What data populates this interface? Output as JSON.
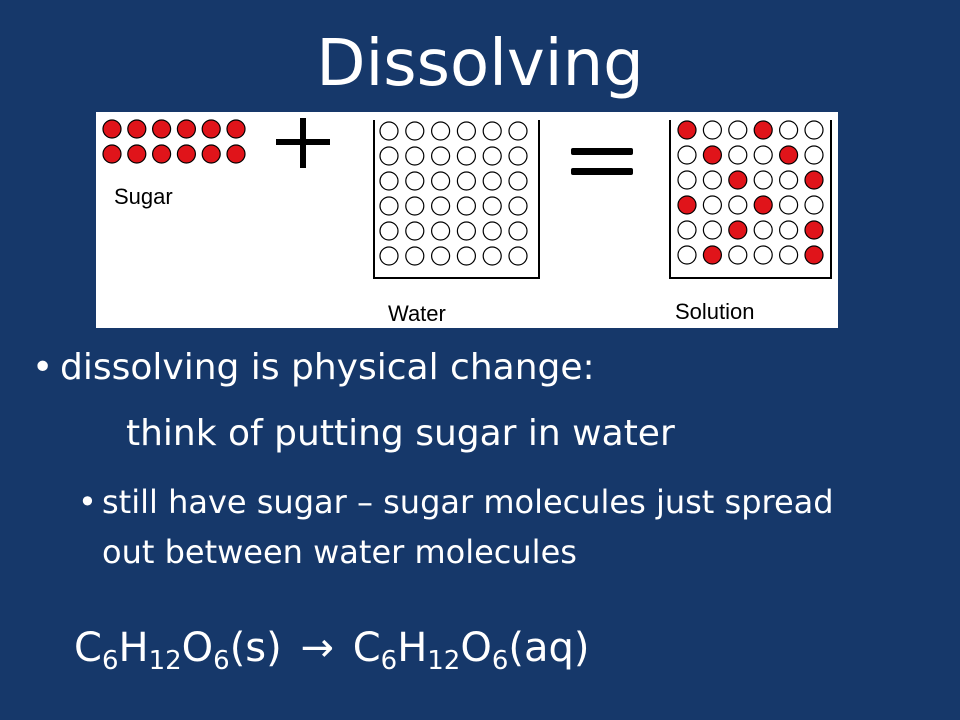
{
  "slide": {
    "title": "Dissolving",
    "figure": {
      "sugar_label": "Sugar",
      "water_label": "Water",
      "solution_label": "Solution",
      "plus_symbol": "+",
      "equals_symbol": "=",
      "colors": {
        "sugar": "#e0141a",
        "water": "#ffffff",
        "outline": "#000000"
      }
    },
    "bullet_main": "dissolving is physical change:",
    "bullet_main_sub": "think of putting sugar in water",
    "bullet_secondary": "still have sugar – sugar molecules just spread out between water molecules",
    "bullet_symbol": "•",
    "formula": {
      "reactant": {
        "c": "C",
        "c_sub": "6",
        "h": "H",
        "h_sub": "12",
        "o": "O",
        "o_sub": "6",
        "state": "(s)"
      },
      "arrow": "→",
      "product": {
        "c": "C",
        "c_sub": "6",
        "h": "H",
        "h_sub": "12",
        "o": "O",
        "o_sub": "6",
        "state": "(aq)"
      }
    }
  }
}
